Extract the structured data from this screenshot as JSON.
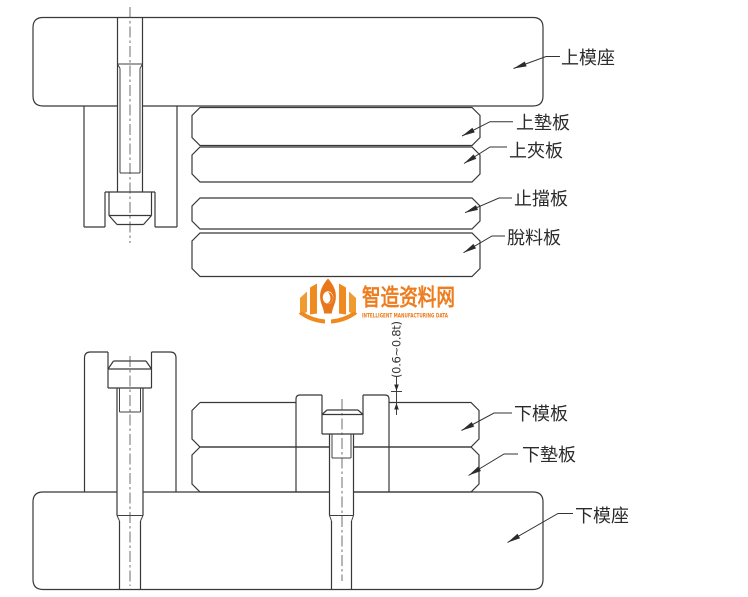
{
  "page": {
    "background": "#ffffff"
  },
  "drawing": {
    "line_color": "#383838",
    "label_color": "#2c2c2c",
    "upper": {
      "die_holder": "上模座",
      "backing_plate": "上墊板",
      "clamp_plate": "上夾板",
      "stop_plate": "止擋板",
      "stripper_plate": "脫料板"
    },
    "lower": {
      "die_plate": "下模板",
      "backing_plate": "下墊板",
      "die_holder": "下模座"
    },
    "dimension_note": "(0.6~0.8t)"
  },
  "watermark": {
    "title": "智造资料网",
    "subtitle": "INTELLIGENT MANUFACTURING DATA",
    "color": "#ed7d1f"
  }
}
